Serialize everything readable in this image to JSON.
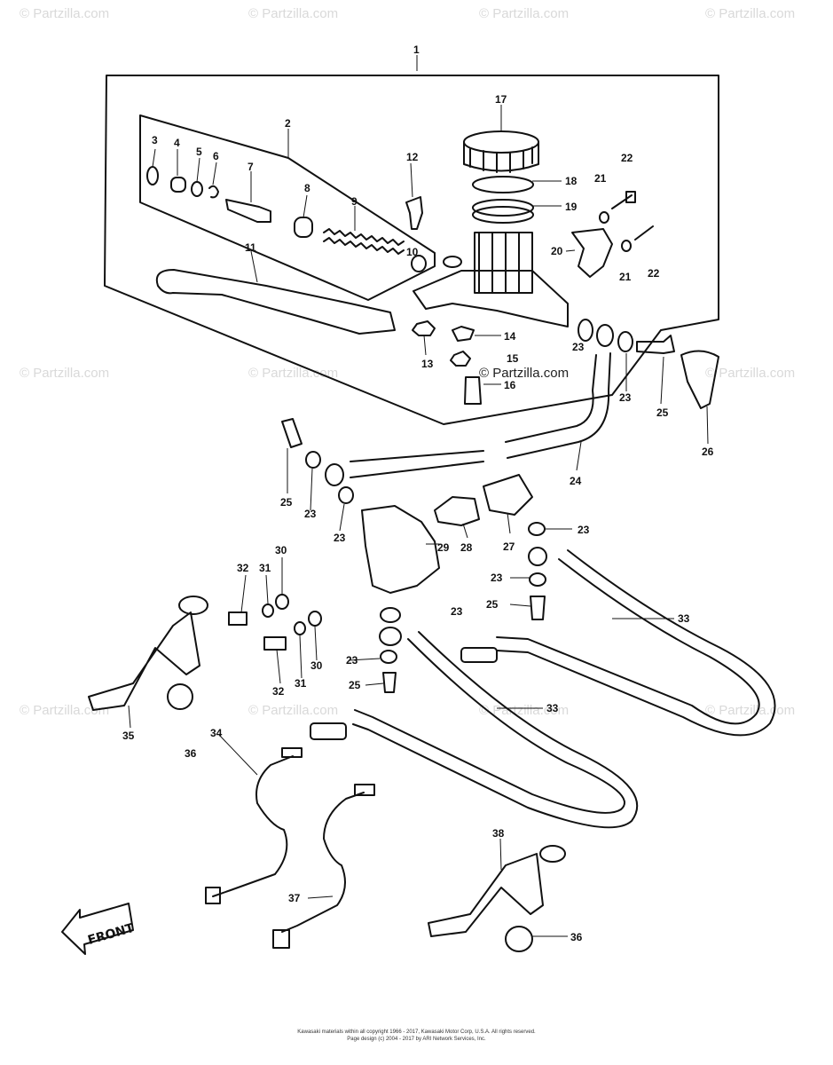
{
  "watermark": "© Partzilla.com",
  "front_label": "FRONT",
  "callouts": {
    "c1": "1",
    "c2": "2",
    "c3": "3",
    "c4": "4",
    "c5": "5",
    "c6": "6",
    "c7": "7",
    "c8": "8",
    "c9": "9",
    "c10": "10",
    "c11": "11",
    "c12": "12",
    "c13": "13",
    "c14": "14",
    "c15": "15",
    "c16": "16",
    "c17": "17",
    "c18": "18",
    "c19": "19",
    "c20": "20",
    "c21": "21",
    "c22": "22",
    "c23": "23",
    "c24": "24",
    "c25": "25",
    "c26": "26",
    "c27": "27",
    "c28": "28",
    "c29": "29",
    "c30": "30",
    "c31": "31",
    "c32": "32",
    "c33": "33",
    "c34": "34",
    "c35": "35",
    "c36": "36",
    "c37": "37",
    "c38": "38"
  },
  "footer": {
    "line1": "Kawasaki materials within all copyright 1966 - 2017, Kawasaki Motor Corp, U.S.A. All rights reserved.",
    "line2": "Page design (c) 2004 - 2017 by ARI Network Services, Inc."
  }
}
